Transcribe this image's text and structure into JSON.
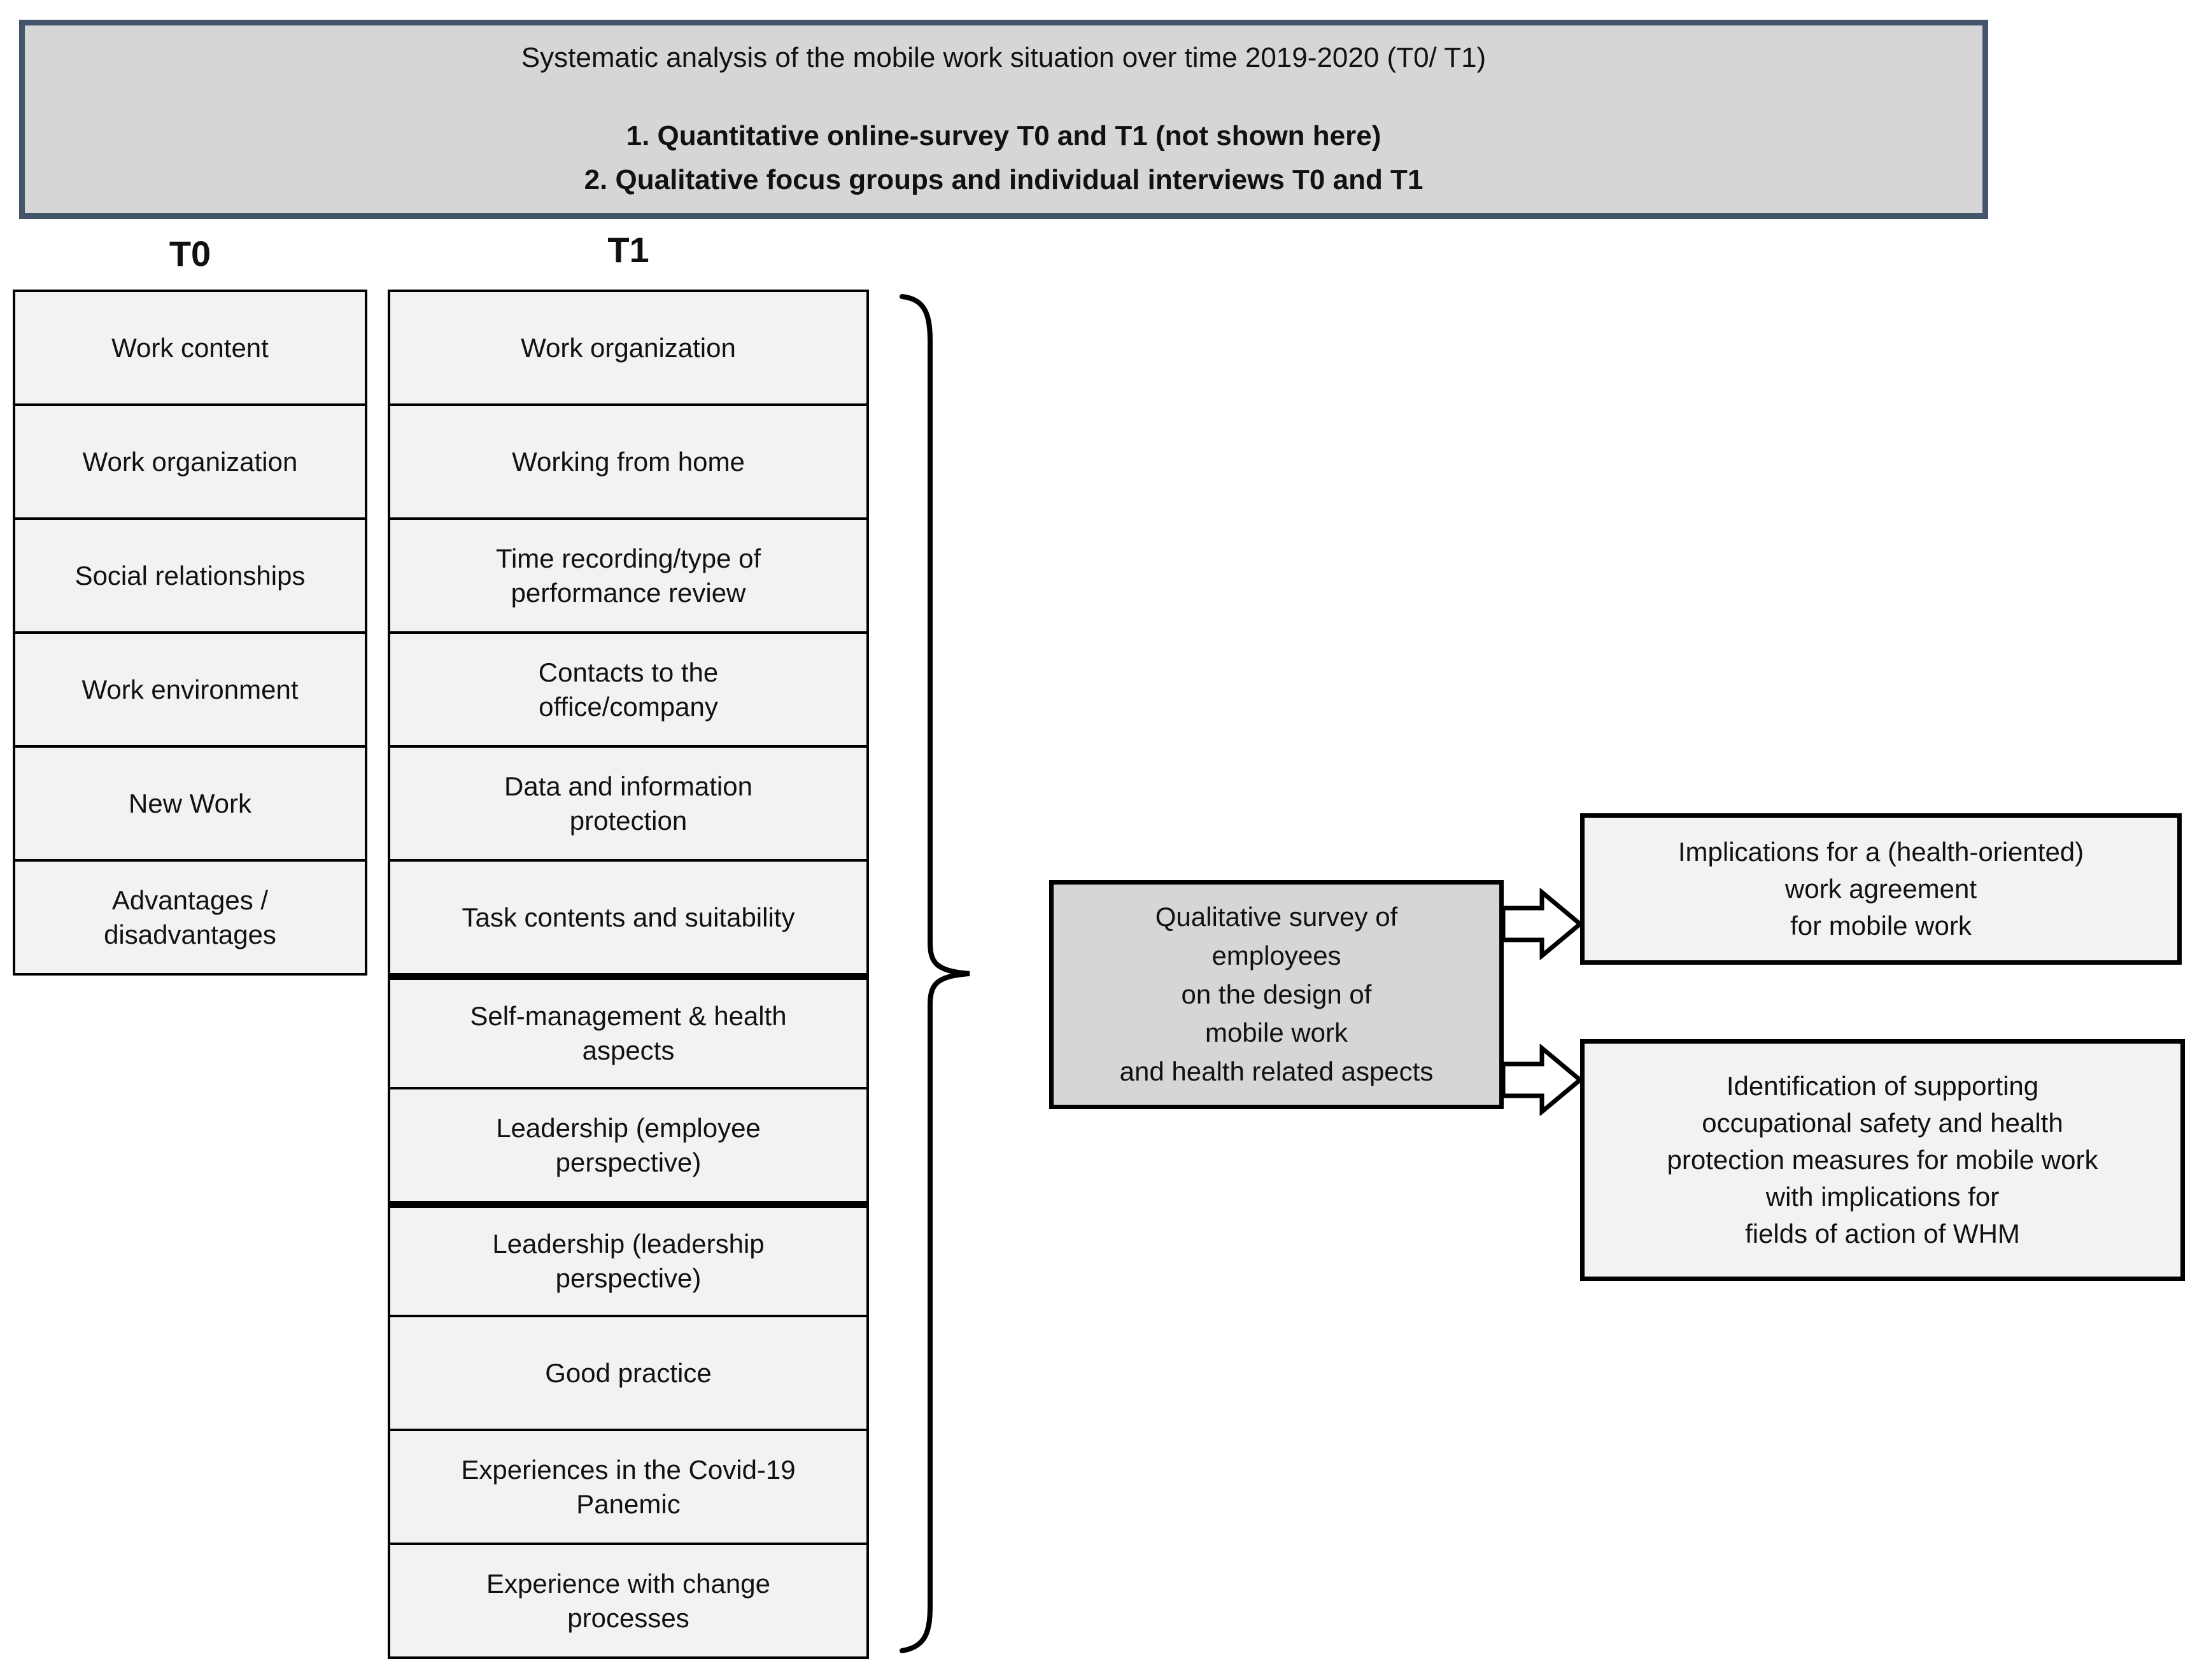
{
  "header": {
    "title": "Systematic analysis of the mobile work situation over time 2019-2020 (T0/ T1)",
    "items": [
      "1. Quantitative online-survey T0 and T1 (not shown here)",
      "2. Qualitative focus groups and individual interviews T0 and T1"
    ]
  },
  "t0": {
    "label": "T0",
    "boxes": [
      "Work content",
      "Work organization",
      "Social relationships",
      "Work environment",
      "New Work",
      "Advantages /\ndisadvantages"
    ]
  },
  "t1": {
    "label": "T1",
    "boxes": [
      "Work organization",
      "Working from home",
      "Time recording/type of\nperformance review",
      "Contacts to the\noffice/company",
      "Data and information\nprotection",
      "Task contents and suitability",
      "Self-management & health\naspects",
      "Leadership (employee\nperspective)",
      "Leadership (leadership\nperspective)",
      "Good practice",
      "Experiences in the Covid-19\nPanemic",
      "Experience with change\nprocesses"
    ]
  },
  "survey_box": {
    "text": "Qualitative survey of\nemployees\non the design of\nmobile work\nand health related aspects"
  },
  "outcomes": {
    "top": {
      "text": "Implications for a (health-oriented)\nwork agreement\nfor mobile work"
    },
    "bottom": {
      "text": "Identification of supporting\noccupational safety and health\nprotection measures for mobile work\nwith implications for\nfields of action of WHM"
    }
  },
  "colors": {
    "header_fill": "#d6d6d6",
    "header_border": "#44546a",
    "category_fill": "#f2f2f2",
    "survey_fill": "#d6d6d6",
    "outcome_fill": "#f2f2f2",
    "line": "#000000"
  }
}
